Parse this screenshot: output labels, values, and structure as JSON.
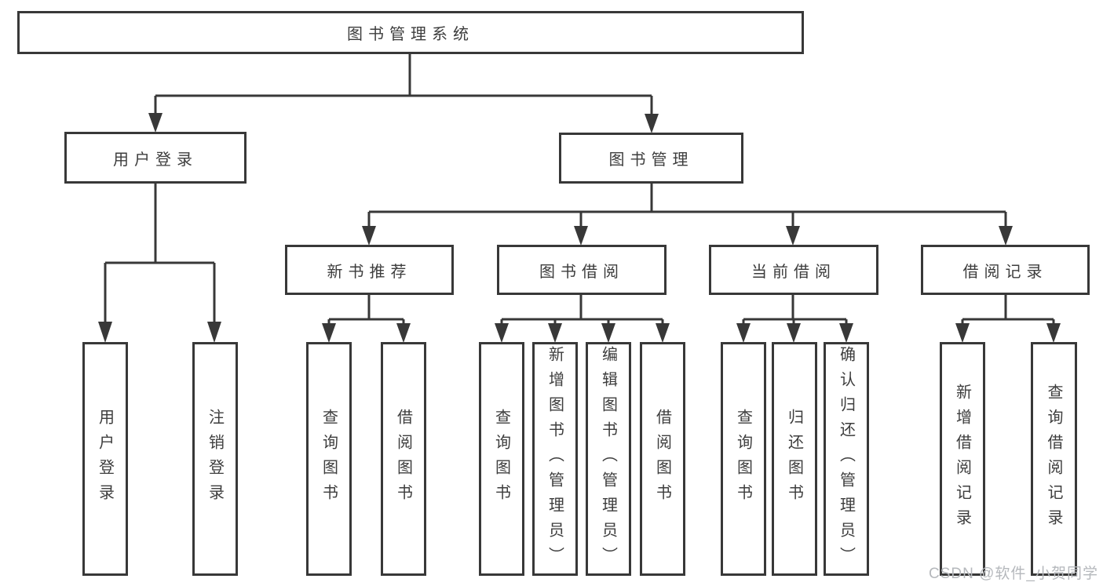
{
  "diagram": {
    "root": {
      "label": "图书管理系统"
    },
    "branches": [
      {
        "label": "用户登录",
        "children": [
          "用户登录",
          "注销登录"
        ]
      },
      {
        "label": "图书管理",
        "sections": [
          {
            "label": "新书推荐",
            "children": [
              "查询图书",
              "借阅图书"
            ]
          },
          {
            "label": "图书借阅",
            "children": [
              "查询图书",
              "新增图书（管理员）",
              "编辑图书（管理员）",
              "借阅图书"
            ]
          },
          {
            "label": "当前借阅",
            "children": [
              "查询图书",
              "归还图书",
              "确认归还（管理员）"
            ]
          },
          {
            "label": "借阅记录",
            "children": [
              "新增借阅记录",
              "查询借阅记录"
            ]
          }
        ]
      }
    ]
  },
  "watermark": {
    "text": "CSDN @软件_小贺同学"
  },
  "colors": {
    "line": "#383838",
    "text": "#3d3d3d",
    "box-bg": "#ffffff",
    "watermark": "#b5b8bc",
    "background": "#ffffff"
  }
}
